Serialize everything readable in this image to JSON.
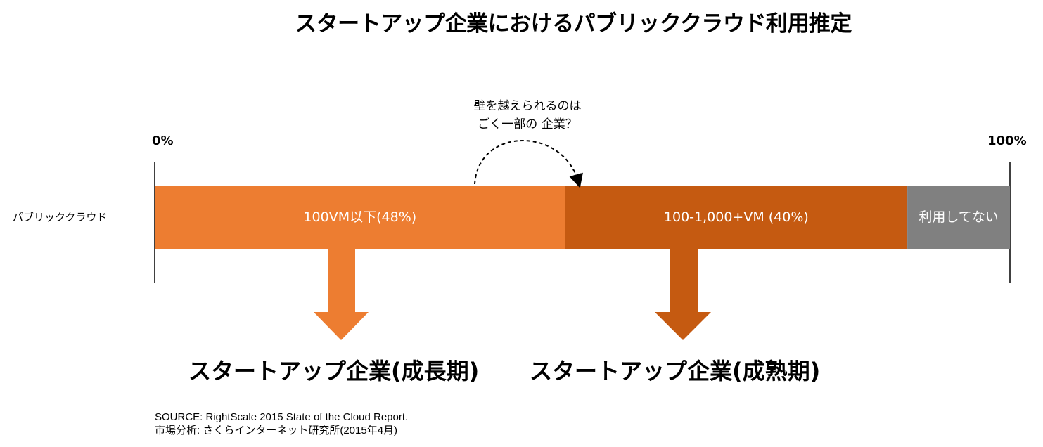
{
  "title": "スタートアップ企業におけるパブリッククラウド利用推定",
  "annotation": {
    "line1": "壁を越えられるのは",
    "line2": "ごく一部の 企業？"
  },
  "axis": {
    "min_label": "0%",
    "max_label": "100%"
  },
  "row_label": "パブリッククラウド",
  "results": {
    "growth": "スタートアップ企業(成長期)",
    "mature": "スタートアップ企業(成熟期)"
  },
  "source": {
    "line1": "SOURCE: RightScale 2015 State of the Cloud Report.",
    "line2": "市場分析: さくらインターネット研究所(2015年4月)"
  },
  "colors": {
    "segment1": "#ED7D31",
    "segment2": "#C55A11",
    "segment3": "#808080"
  },
  "chart_data": {
    "type": "bar",
    "orientation": "horizontal-stacked",
    "categories": [
      "パブリッククラウド"
    ],
    "xlim": [
      0,
      100
    ],
    "series": [
      {
        "name": "100VM以下",
        "label": "100VM以下(48%)",
        "values": [
          48
        ]
      },
      {
        "name": "100-1,000+VM",
        "label": "100-1,000+VM (40%)",
        "values": [
          40
        ]
      },
      {
        "name": "利用してない",
        "label": "利用してない",
        "values": [
          12
        ]
      }
    ]
  }
}
